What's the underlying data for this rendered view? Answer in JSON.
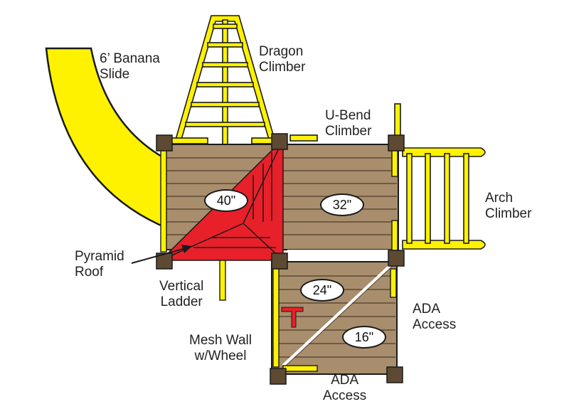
{
  "colors": {
    "deck": "#a88e6d",
    "deck_line": "#6f5a42",
    "post": "#5e4932",
    "accent_yellow": "#fff200",
    "roof_red": "#e8202a",
    "outline": "#1a1a1a"
  },
  "labels": {
    "banana_slide": [
      "6’ Banana",
      "Slide"
    ],
    "dragon_climber": [
      "Dragon",
      "Climber"
    ],
    "u_bend_climber": [
      "U-Bend",
      "Climber"
    ],
    "arch_climber": [
      "Arch",
      "Climber"
    ],
    "pyramid_roof": [
      "Pyramid",
      "Roof"
    ],
    "vertical_ladder": [
      "Vertical",
      "Ladder"
    ],
    "mesh_wall": [
      "Mesh Wall",
      "w/Wheel"
    ],
    "ada_access_right": [
      "ADA",
      "Access"
    ],
    "ada_access_bottom": [
      "ADA",
      "Access"
    ]
  },
  "deck_heights": {
    "left_deck": "40\"",
    "top_right_deck": "32\"",
    "lower_upper": "24\"",
    "lower_lower": "16\""
  }
}
